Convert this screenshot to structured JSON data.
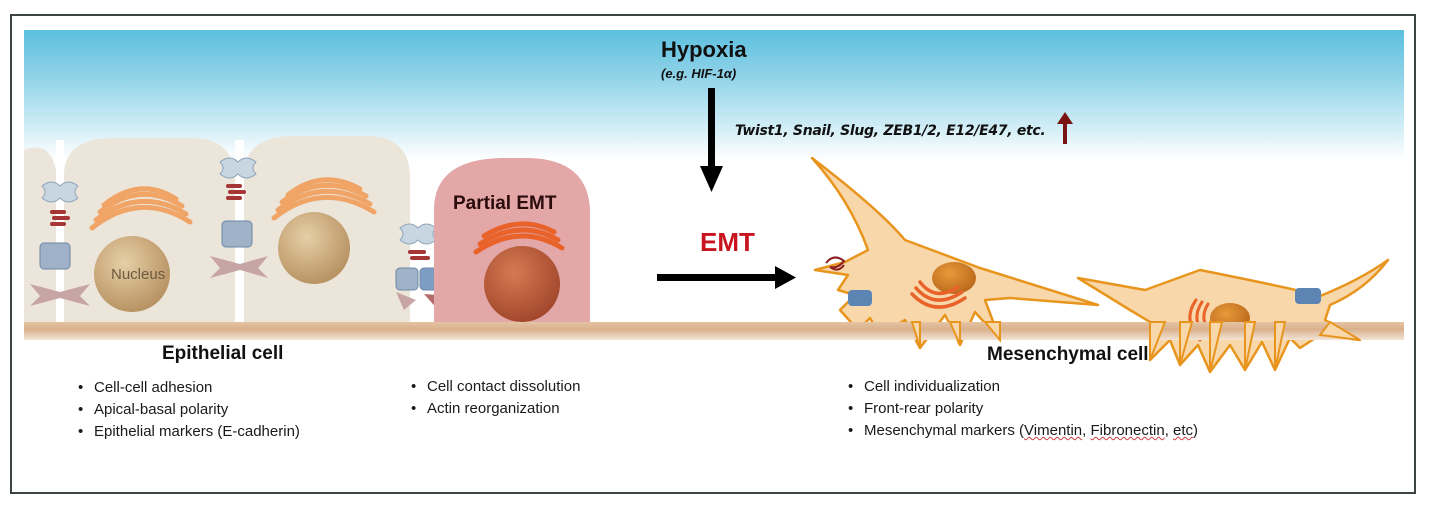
{
  "colors": {
    "sky_top": "#5bbfdf",
    "emt_label": "#c8141e",
    "partial_emt_cell": "#e3a7a8",
    "mesenchymal_cell_fill": "#f8d7aa",
    "mesenchymal_cell_outline": "#e8951e",
    "up_arrow": "#7a1414"
  },
  "stimulus": {
    "title": "Hypoxia",
    "example": "(e.g. HIF-1α)"
  },
  "transcription_factors": {
    "label": "Twist1, Snail, Slug, ZEB1/2, E12/E47, etc.",
    "direction_icon": "up-arrow-icon"
  },
  "transition": {
    "label": "EMT"
  },
  "cells": {
    "nucleus_label": "Nucleus",
    "partial_label": "Partial EMT"
  },
  "epithelial": {
    "heading": "Epithelial cell",
    "features": [
      "Cell-cell adhesion",
      "Apical-basal polarity",
      "Epithelial markers (E-cadherin)"
    ]
  },
  "partial_emt": {
    "features": [
      "Cell contact dissolution",
      "Actin reorganization"
    ]
  },
  "mesenchymal": {
    "heading": "Mesenchymal cell",
    "features": [
      "Cell individualization",
      "Front-rear polarity"
    ],
    "markers_prefix": "Mesenchymal markers (",
    "markers": [
      "Vimentin",
      "Fibronectin",
      "etc"
    ],
    "markers_suffix": ")"
  }
}
